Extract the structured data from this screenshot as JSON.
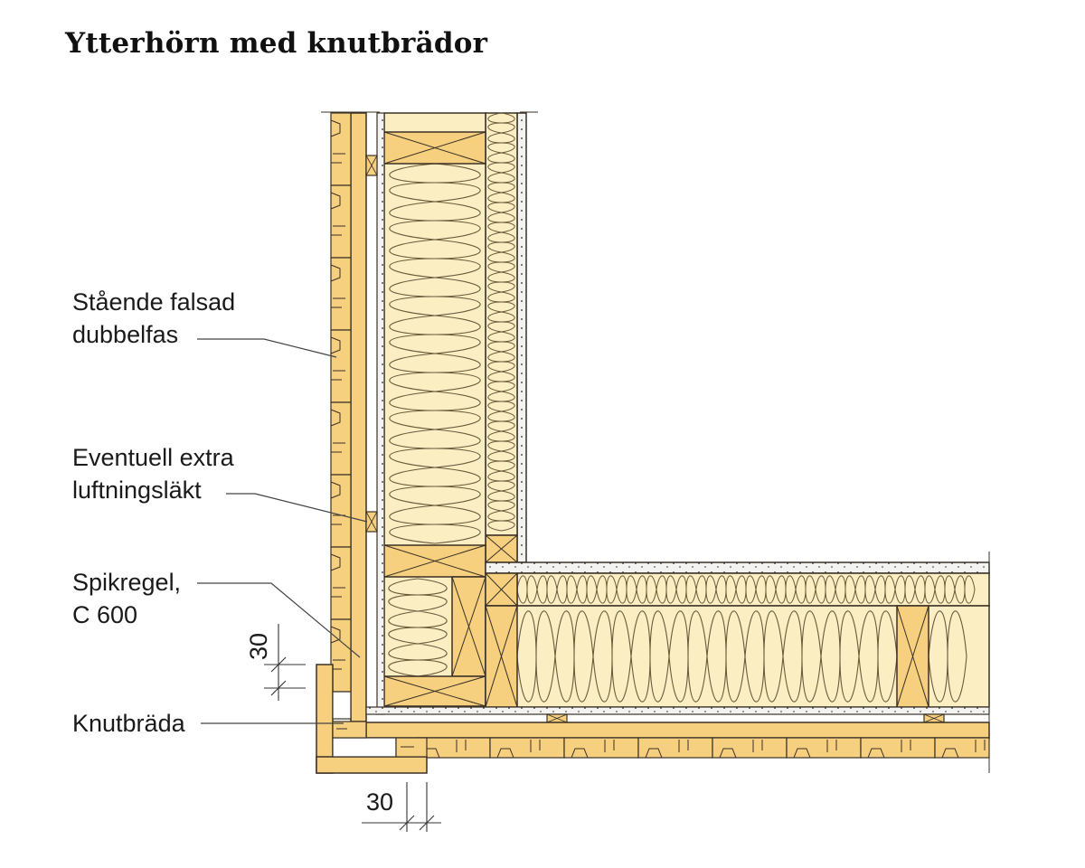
{
  "title": "Ytterhörn med knutbrädor",
  "labels": {
    "fasad_line1": "Stående falsad",
    "fasad_line2": "dubbelfas",
    "laekt_line1": "Eventuell extra",
    "laekt_line2": "luftningsläkt",
    "spik_line1": "Spikregel,",
    "spik_line2": "C 600",
    "knut": "Knutbräda"
  },
  "dimensions": {
    "vertical": "30",
    "horizontal": "30"
  },
  "colors": {
    "wood": "#f6cf7f",
    "wood_light": "#f9dc93",
    "insulation": "#fbeec2",
    "board": "#f3f3f1",
    "outline": "#3a3126"
  }
}
